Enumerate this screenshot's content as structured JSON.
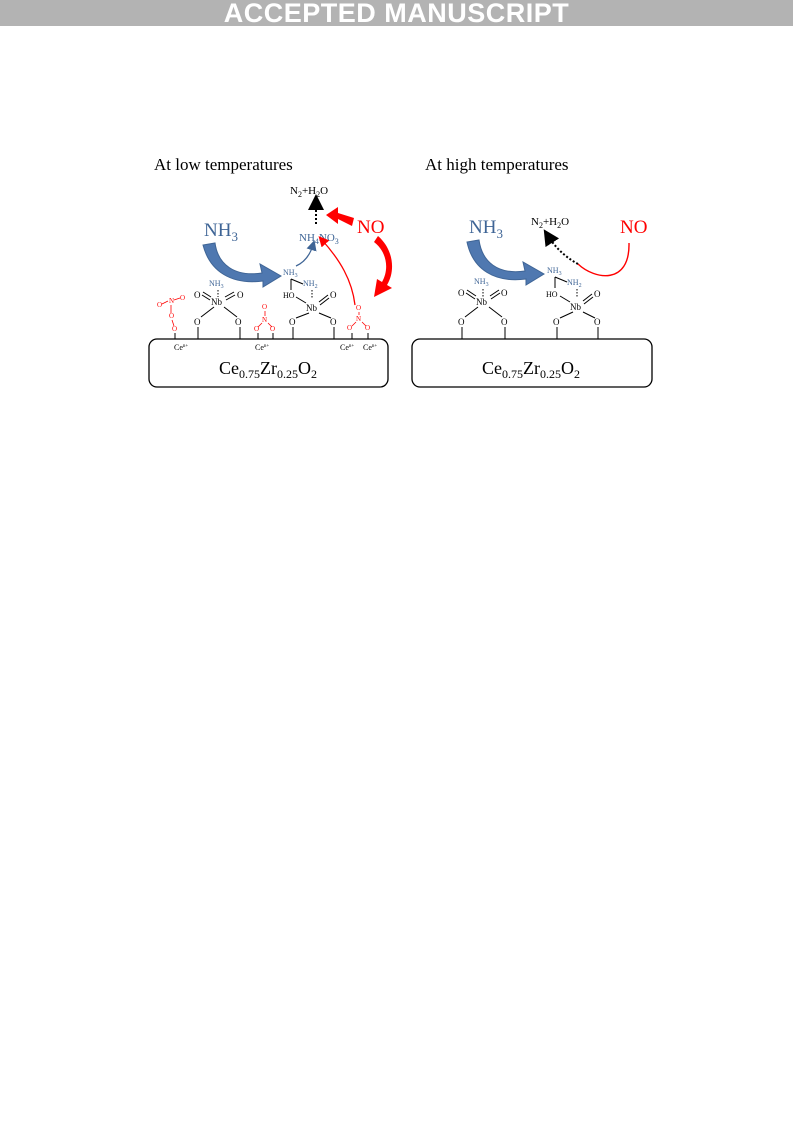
{
  "banner": "ACCEPTED MANUSCRIPT",
  "colors": {
    "blue": "#3f6596",
    "red": "#ff0000",
    "text": "#000000",
    "banner": "#b3b3b3"
  },
  "left": {
    "title": "At low temperatures",
    "nh3": "NH",
    "nh3_sub": "3",
    "no": "NO",
    "product_a": "N",
    "product_sub1": "2",
    "product_b": "+H",
    "product_sub2": "2",
    "product_c": "O",
    "nh4no3_a": "NH",
    "nh4no3_sub1": "4",
    "nh4no3_b": "NO",
    "nh4no3_sub2": "3",
    "nb": "Nb",
    "o": "O",
    "n": "N",
    "ho": "HO",
    "nh3_small": "NH",
    "nh3_small_sub": "3",
    "nh2_small": "NH",
    "nh2_small_sub": "2",
    "ce_label": "Ce",
    "ce_sup": "n+",
    "support_a": "Ce",
    "support_sub1": "0.75",
    "support_b": "Zr",
    "support_sub2": "0.25",
    "support_c": "O",
    "support_sub3": "2"
  },
  "right": {
    "title": "At high temperatures",
    "nh3": "NH",
    "nh3_sub": "3",
    "no": "NO",
    "product_a": "N",
    "product_sub1": "2",
    "product_b": "+H",
    "product_sub2": "2",
    "product_c": "O",
    "nb": "Nb",
    "o": "O",
    "ho": "HO",
    "nh3_small": "NH",
    "nh3_small_sub": "3",
    "nh2_small": "NH",
    "nh2_small_sub": "2",
    "support_a": "Ce",
    "support_sub1": "0.75",
    "support_b": "Zr",
    "support_sub2": "0.25",
    "support_c": "O",
    "support_sub3": "2"
  }
}
